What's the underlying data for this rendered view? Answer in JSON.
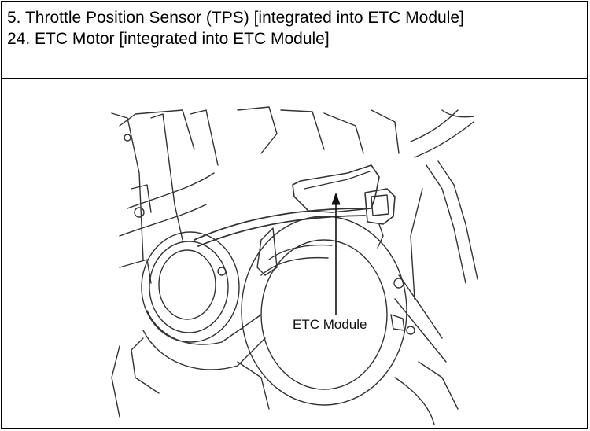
{
  "header": {
    "lines": [
      "5. Throttle Position Sensor (TPS) [integrated into ETC Module]",
      "24. ETC Motor [integrated into ETC Module]"
    ]
  },
  "diagram": {
    "callout": "ETC Module",
    "line_color": "#333333"
  }
}
